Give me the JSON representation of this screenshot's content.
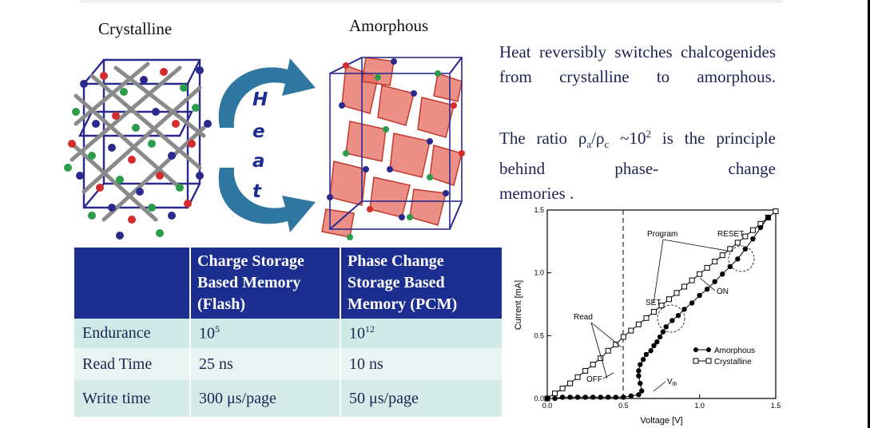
{
  "labels": {
    "crystalline": "Crystalline",
    "amorphous": "Amorphous",
    "heat_letters": [
      "H",
      "e",
      "a",
      "t"
    ]
  },
  "description": {
    "p1": "Heat reversibly switches chalcogenides from crystalline to amorphous.",
    "p2_pre": "The ratio ",
    "rho": "ρ",
    "sub_a": "a",
    "slash": "/",
    "sub_c": "c",
    "approx": " ~10",
    "exp": "2",
    "p2_mid": " is the principle behind phase- change",
    "p2_last": "memories ."
  },
  "table": {
    "headers": [
      "",
      "Charge Storage Based Memory (Flash)",
      "Phase Change Storage Based Memory (PCM)"
    ],
    "rows": [
      {
        "label": "Endurance",
        "flash": "10",
        "flash_exp": "5",
        "pcm": "10",
        "pcm_exp": "12"
      },
      {
        "label": "Read Time",
        "flash": "25 ns",
        "pcm": "10 ns"
      },
      {
        "label": "Write time",
        "flash": "300 μs/page",
        "pcm": "50 μs/page"
      }
    ]
  },
  "iv_chart": {
    "xlabel": "Voltage [V]",
    "ylabel": "Current [mA]",
    "xticks": [
      "0.0",
      "0.5",
      "1.0",
      "1.5"
    ],
    "yticks": [
      "0.0",
      "0.5",
      "1.0",
      "1.5"
    ],
    "annotations": {
      "program": "Program",
      "reset": "RESET",
      "set": "SET",
      "on": "ON",
      "read": "Read",
      "off": "OFF",
      "vth": "V",
      "vth_sub": "th"
    },
    "legend": [
      "Amorphous",
      "Crystalline"
    ]
  },
  "chart_data": {
    "type": "scatter",
    "xlabel": "Voltage [V]",
    "ylabel": "Current [mA]",
    "xlim": [
      0,
      1.5
    ],
    "ylim": [
      0,
      1.5
    ],
    "series": [
      {
        "name": "Amorphous",
        "marker": "filled-circle",
        "color": "#000000",
        "x": [
          0.0,
          0.05,
          0.1,
          0.15,
          0.2,
          0.25,
          0.3,
          0.35,
          0.4,
          0.45,
          0.5,
          0.55,
          0.6,
          0.62,
          0.61,
          0.6,
          0.6,
          0.61,
          0.63,
          0.65,
          0.68,
          0.7,
          0.72,
          0.74,
          0.76,
          0.78,
          0.82,
          0.86,
          0.9,
          0.95,
          1.0,
          1.05,
          1.1,
          1.15,
          1.2,
          1.25,
          1.3,
          1.35,
          1.4,
          1.45
        ],
        "y": [
          0.0,
          0.0,
          0.01,
          0.01,
          0.01,
          0.01,
          0.01,
          0.01,
          0.01,
          0.01,
          0.01,
          0.02,
          0.03,
          0.06,
          0.12,
          0.18,
          0.22,
          0.27,
          0.31,
          0.35,
          0.38,
          0.42,
          0.45,
          0.49,
          0.53,
          0.57,
          0.62,
          0.66,
          0.71,
          0.76,
          0.82,
          0.87,
          0.93,
          0.99,
          1.05,
          1.11,
          1.19,
          1.27,
          1.36,
          1.44
        ]
      },
      {
        "name": "Crystalline",
        "marker": "open-square",
        "color": "#000000",
        "x": [
          0.0,
          0.05,
          0.1,
          0.15,
          0.2,
          0.25,
          0.3,
          0.35,
          0.4,
          0.45,
          0.5,
          0.55,
          0.6,
          0.65,
          0.7,
          0.75,
          0.8,
          0.85,
          0.9,
          0.95,
          1.0,
          1.05,
          1.1,
          1.15,
          1.2,
          1.25,
          1.3,
          1.35,
          1.4,
          1.45,
          1.5
        ],
        "y": [
          0.0,
          0.04,
          0.08,
          0.12,
          0.17,
          0.22,
          0.27,
          0.32,
          0.38,
          0.43,
          0.49,
          0.54,
          0.59,
          0.64,
          0.69,
          0.74,
          0.79,
          0.84,
          0.89,
          0.94,
          0.99,
          1.04,
          1.09,
          1.14,
          1.19,
          1.24,
          1.29,
          1.34,
          1.39,
          1.44,
          1.49
        ]
      }
    ]
  },
  "colors": {
    "header_bg": "#1c2e8f",
    "row1": "#cfe9e6",
    "row2": "#e8f4f2",
    "row3": "#d4ebe8",
    "text": "#1c2454",
    "arrow": "#2f77a0"
  }
}
